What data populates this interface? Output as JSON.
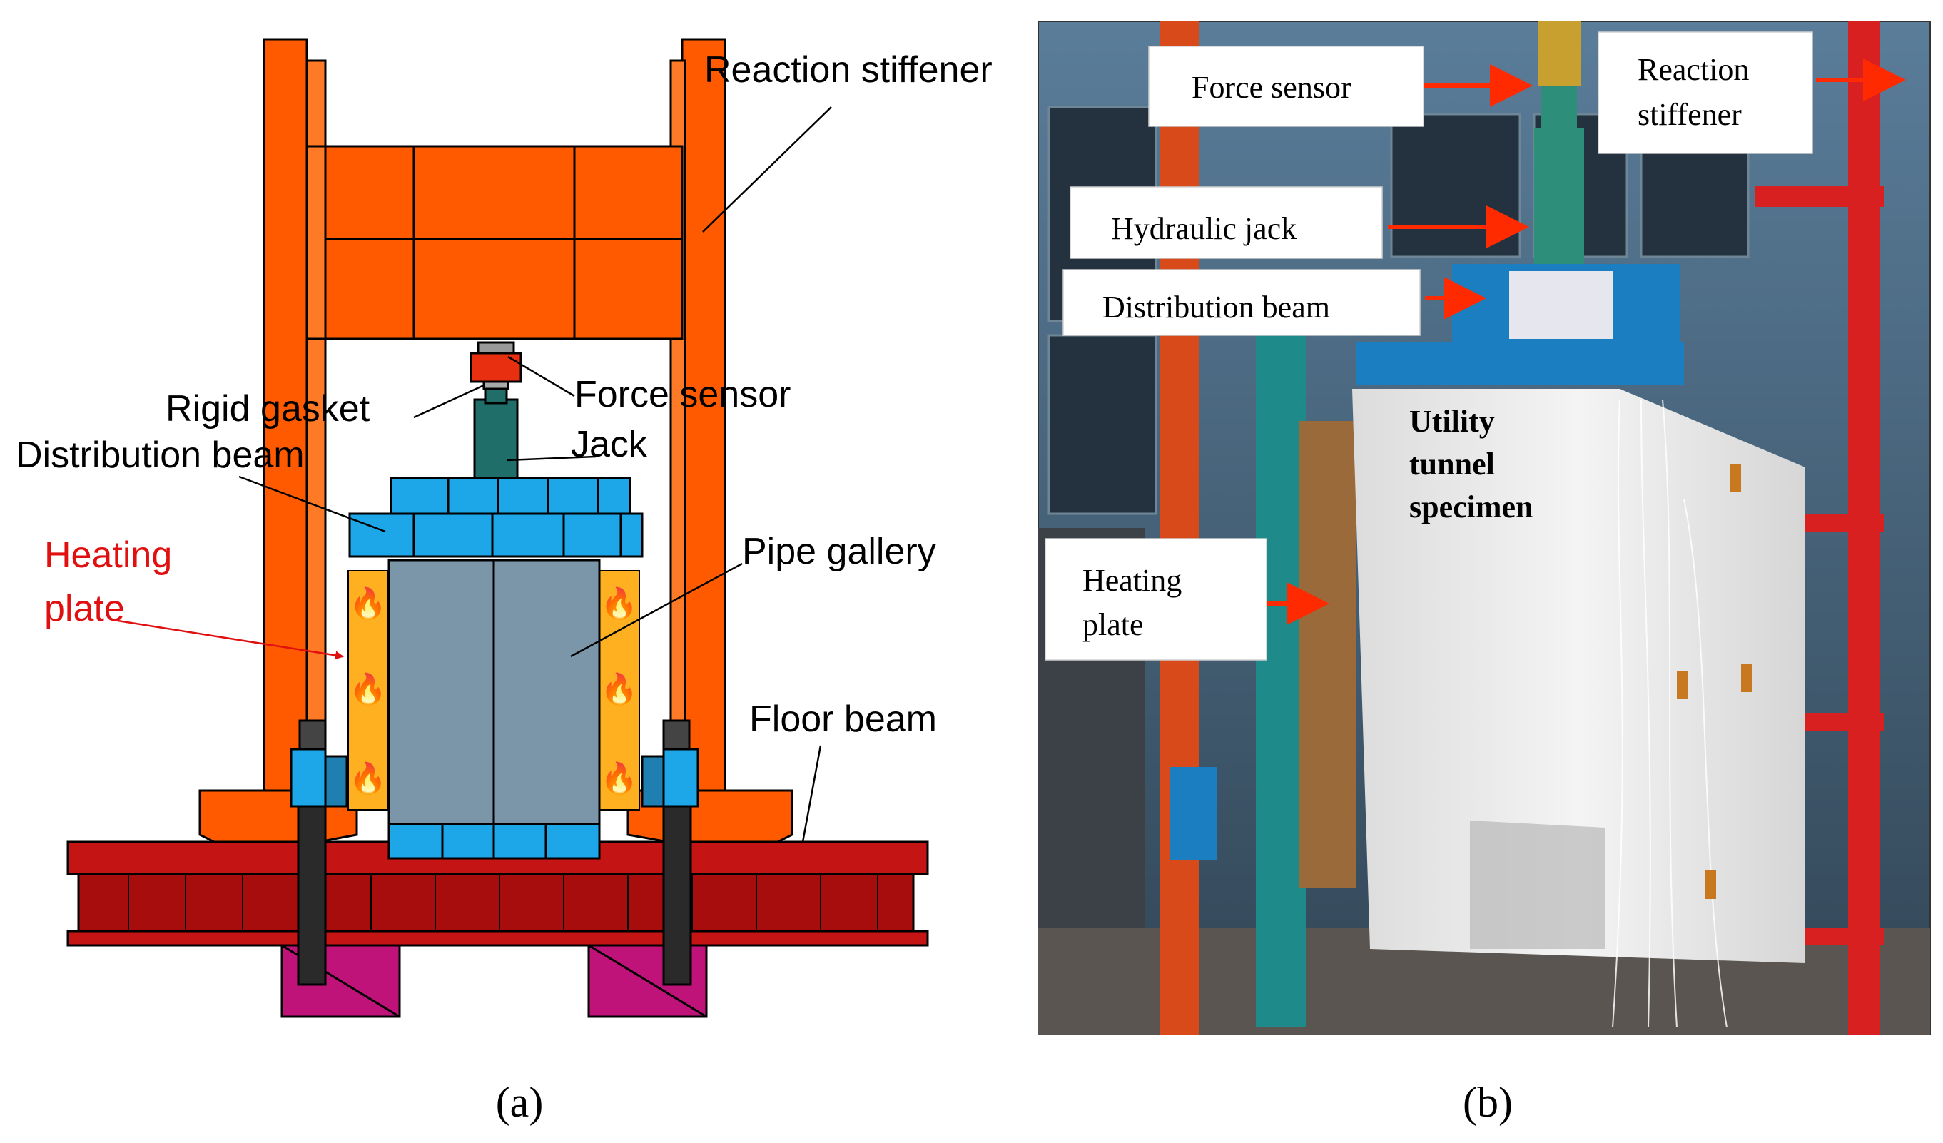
{
  "panel_a": {
    "caption": "(a)",
    "labels": {
      "reaction_stiffener": "Reaction stiffener",
      "rigid_gasket": "Rigid gasket",
      "force_sensor": "Force sensor",
      "jack": "Jack",
      "distribution_beam": "Distribution beam",
      "heating_plate_line1": "Heating",
      "heating_plate_line2": "plate",
      "pipe_gallery": "Pipe gallery",
      "floor_beam": "Floor beam"
    },
    "colors": {
      "frame": "#ff5a00",
      "beam_blue": "#1ea7e8",
      "jack_teal": "#1f6e6a",
      "specimen": "#7a96a8",
      "floor_beam": "#b01010",
      "support": "#c0137a",
      "heating_text": "#e01010",
      "heater": "#ffb020"
    }
  },
  "panel_b": {
    "caption": "(b)",
    "labels": {
      "force_sensor": "Force sensor",
      "reaction_stiffener_line1": "Reaction",
      "reaction_stiffener_line2": "stiffener",
      "hydraulic_jack": "Hydraulic jack",
      "distribution_beam": "Distribution beam",
      "heating_plate_line1": "Heating",
      "heating_plate_line2": "plate",
      "specimen_line1": "Utility",
      "specimen_line2": "tunnel",
      "specimen_line3": "specimen"
    },
    "colors": {
      "arrow": "#ff2a00"
    }
  }
}
